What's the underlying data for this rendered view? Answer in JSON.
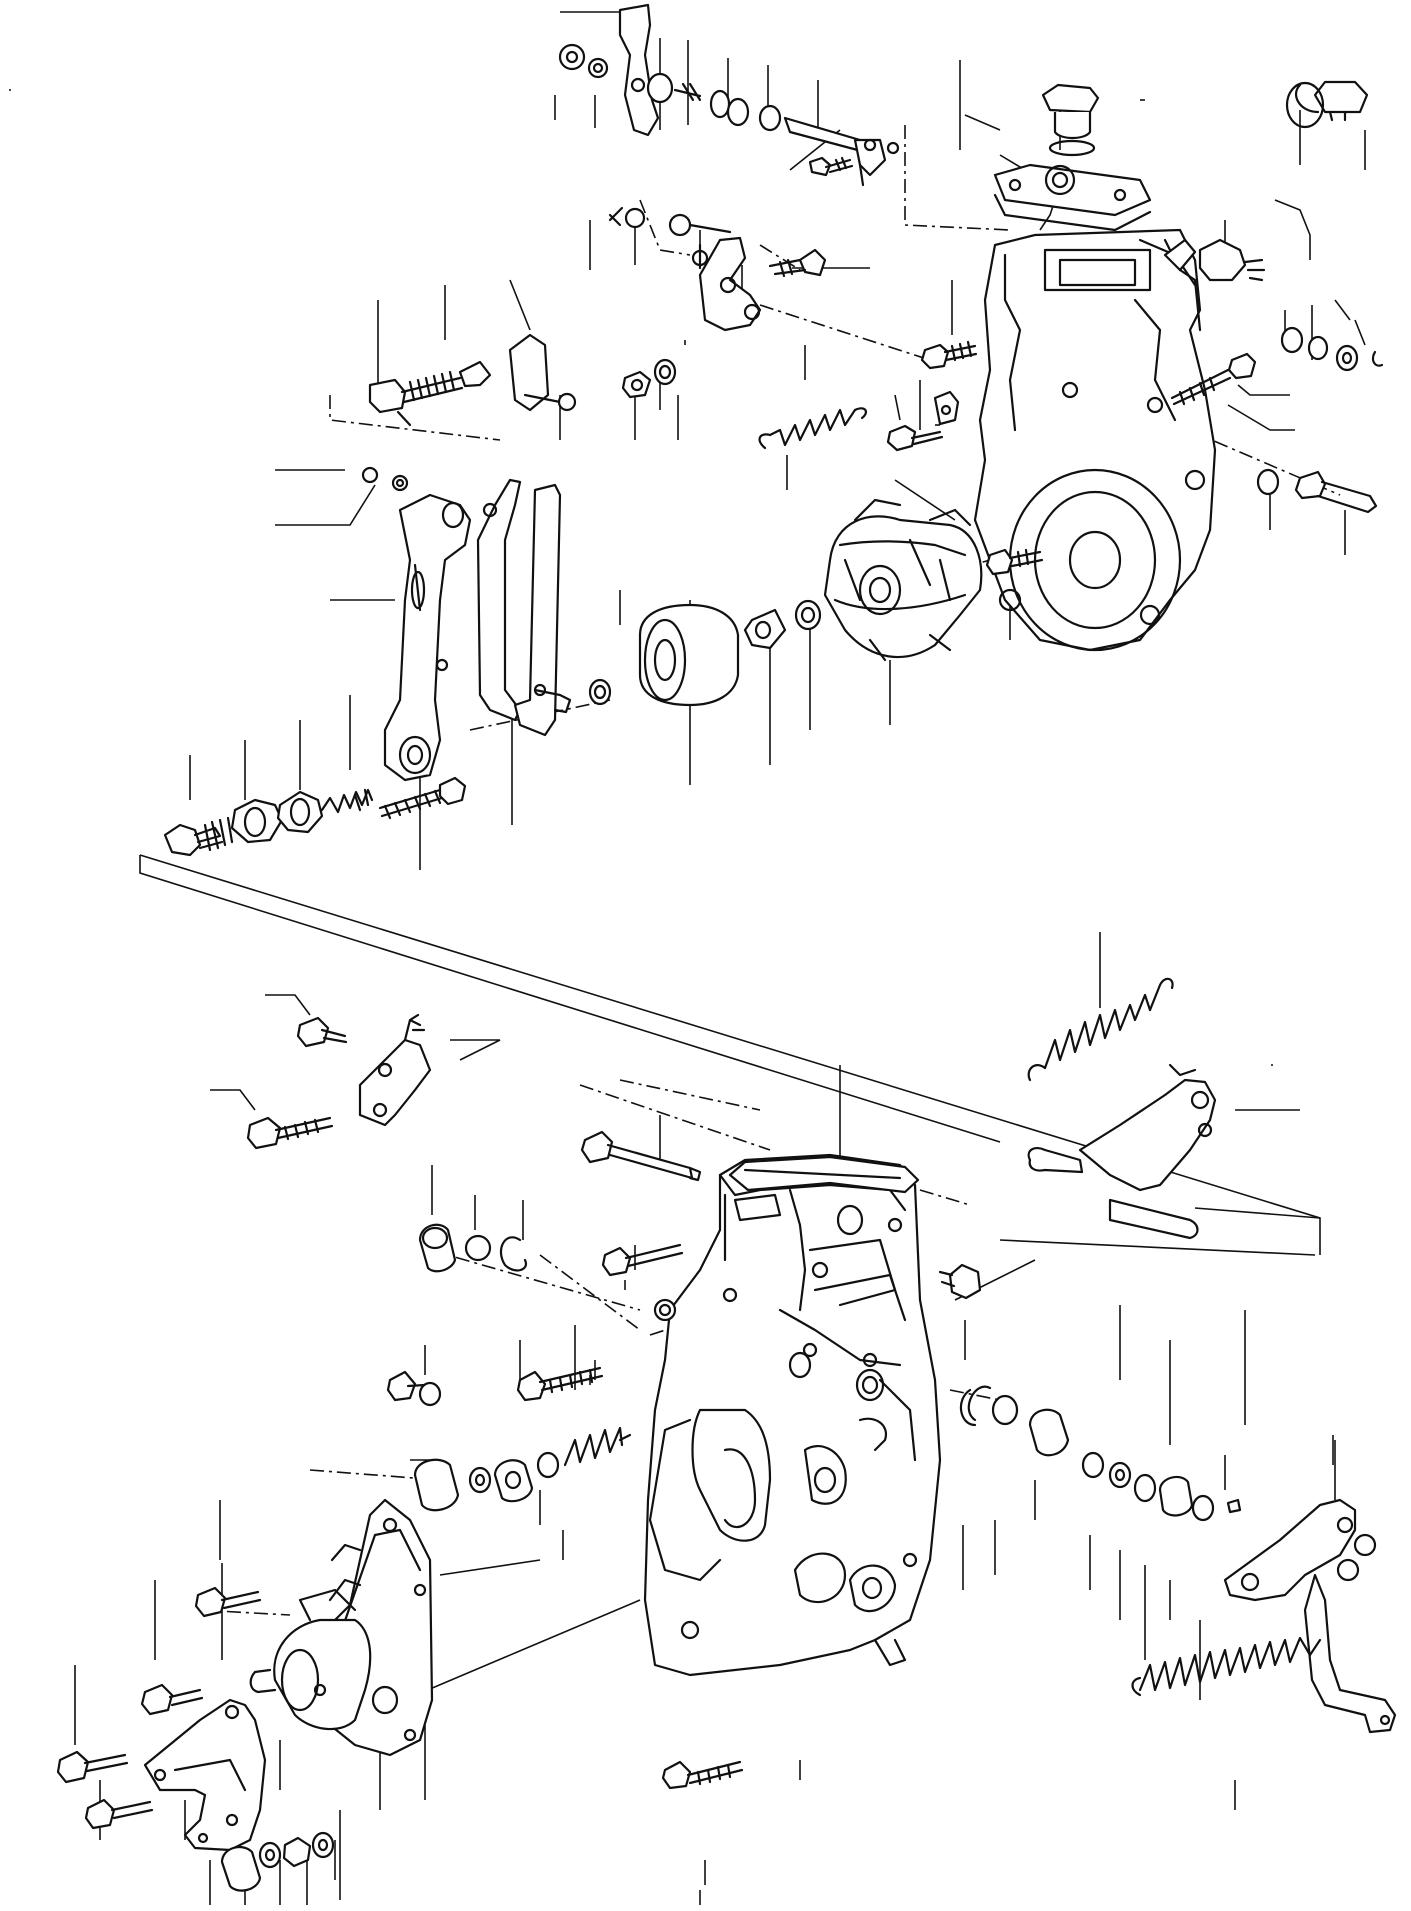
{
  "diagram": {
    "kind": "exploded-parts-view",
    "groups": [
      "governor-housing-upper",
      "fuel-injection-pump-lower"
    ],
    "reference_labels": []
  }
}
